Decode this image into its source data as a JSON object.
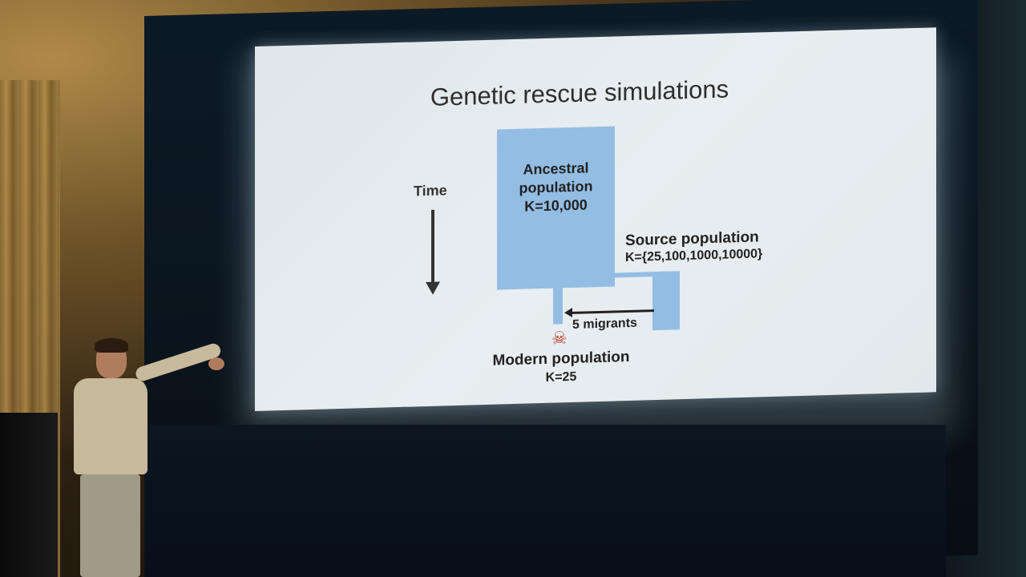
{
  "slide": {
    "title": "Genetic rescue simulations",
    "time_label": "Time",
    "ancestral": {
      "line1": "Ancestral",
      "line2": "population",
      "k": "K=10,000"
    },
    "source": {
      "label": "Source population",
      "k": "K={25,100,1000,10000}"
    },
    "migrants_label": "5 migrants",
    "modern": {
      "label": "Modern population",
      "k": "K=25"
    },
    "skull_icon": "skull-crossbones-icon",
    "colors": {
      "population_fill": "#93bde3",
      "skull": "#b83a2e"
    }
  }
}
